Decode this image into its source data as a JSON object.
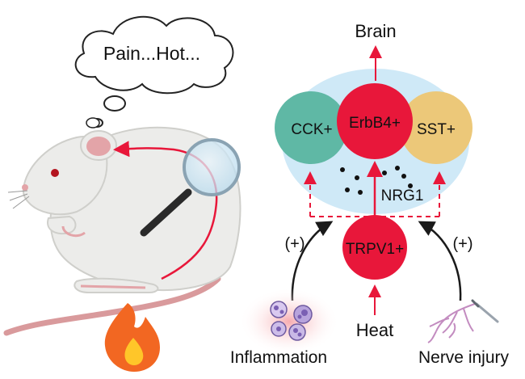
{
  "thought": {
    "text": "Pain...Hot..."
  },
  "labels": {
    "brain": "Brain",
    "heat": "Heat",
    "inflammation": "Inflammation",
    "nerve_injury": "Nerve injury",
    "plus_left": "(+)",
    "plus_right": "(+)",
    "nrg1": "NRG1"
  },
  "cells": {
    "cck": "CCK+",
    "erbb4": "ErbB4+",
    "sst": "SST+",
    "trpv1": "TRPV1+"
  },
  "colors": {
    "halo": "#cfe9f7",
    "cck": "#5fb8a5",
    "erbb4": "#e8173a",
    "sst": "#ecc879",
    "trpv1": "#e8173a",
    "arrow_red": "#e8173a",
    "arrow_black": "#1a1a1a",
    "mouse_body": "#ececea",
    "flame_outer": "#f26722",
    "flame_inner": "#ffc629"
  },
  "icons": [
    "thought-bubble",
    "magnifier-icon",
    "flame-icon",
    "immune-cells-icon",
    "nerve-icon"
  ]
}
